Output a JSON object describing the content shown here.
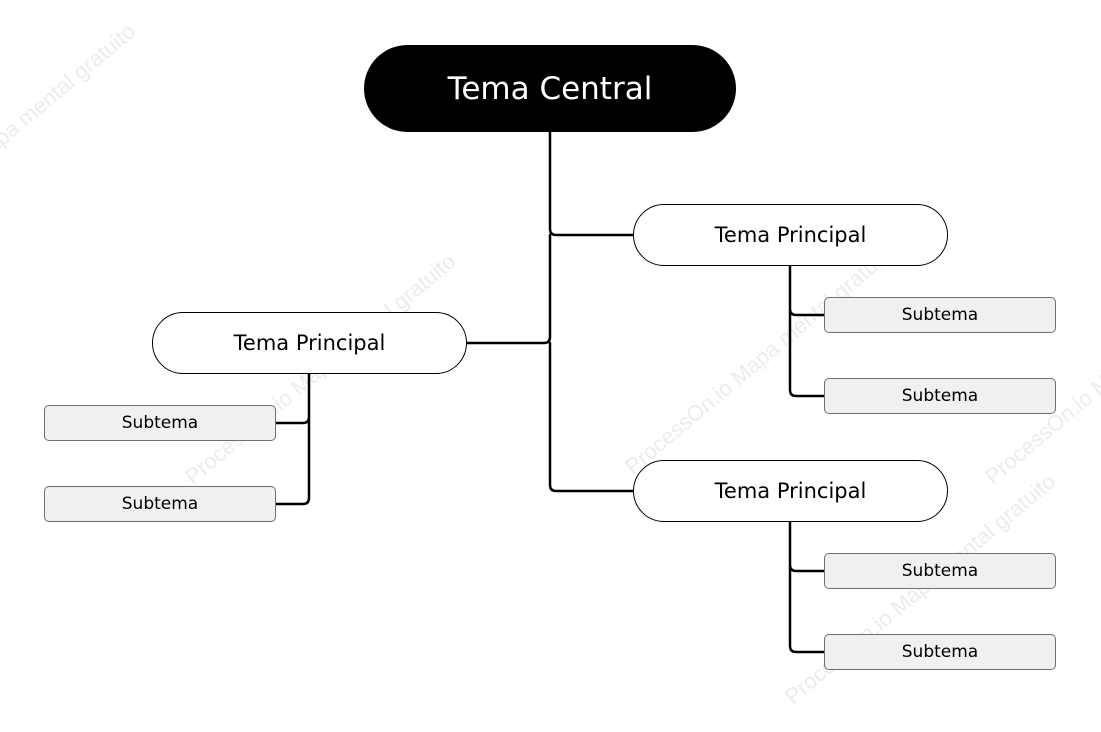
{
  "watermark": {
    "text": "ProcessOn.io Mapa mental gratuito",
    "color": "#ececec"
  },
  "central_topic": {
    "label": "Tema Central",
    "fill": "#000000",
    "text_color": "#ffffff"
  },
  "main_topics": [
    {
      "label": "Tema Principal",
      "subtopics": [
        {
          "label": "Subtema"
        },
        {
          "label": "Subtema"
        }
      ]
    },
    {
      "label": "Tema Principal",
      "subtopics": [
        {
          "label": "Subtema"
        },
        {
          "label": "Subtema"
        }
      ]
    },
    {
      "label": "Tema Principal",
      "subtopics": [
        {
          "label": "Subtema"
        },
        {
          "label": "Subtema"
        }
      ]
    }
  ],
  "colors": {
    "connector": "#000000",
    "subtopic_fill": "#f0f0f0",
    "subtopic_border": "#6f6f6f"
  }
}
